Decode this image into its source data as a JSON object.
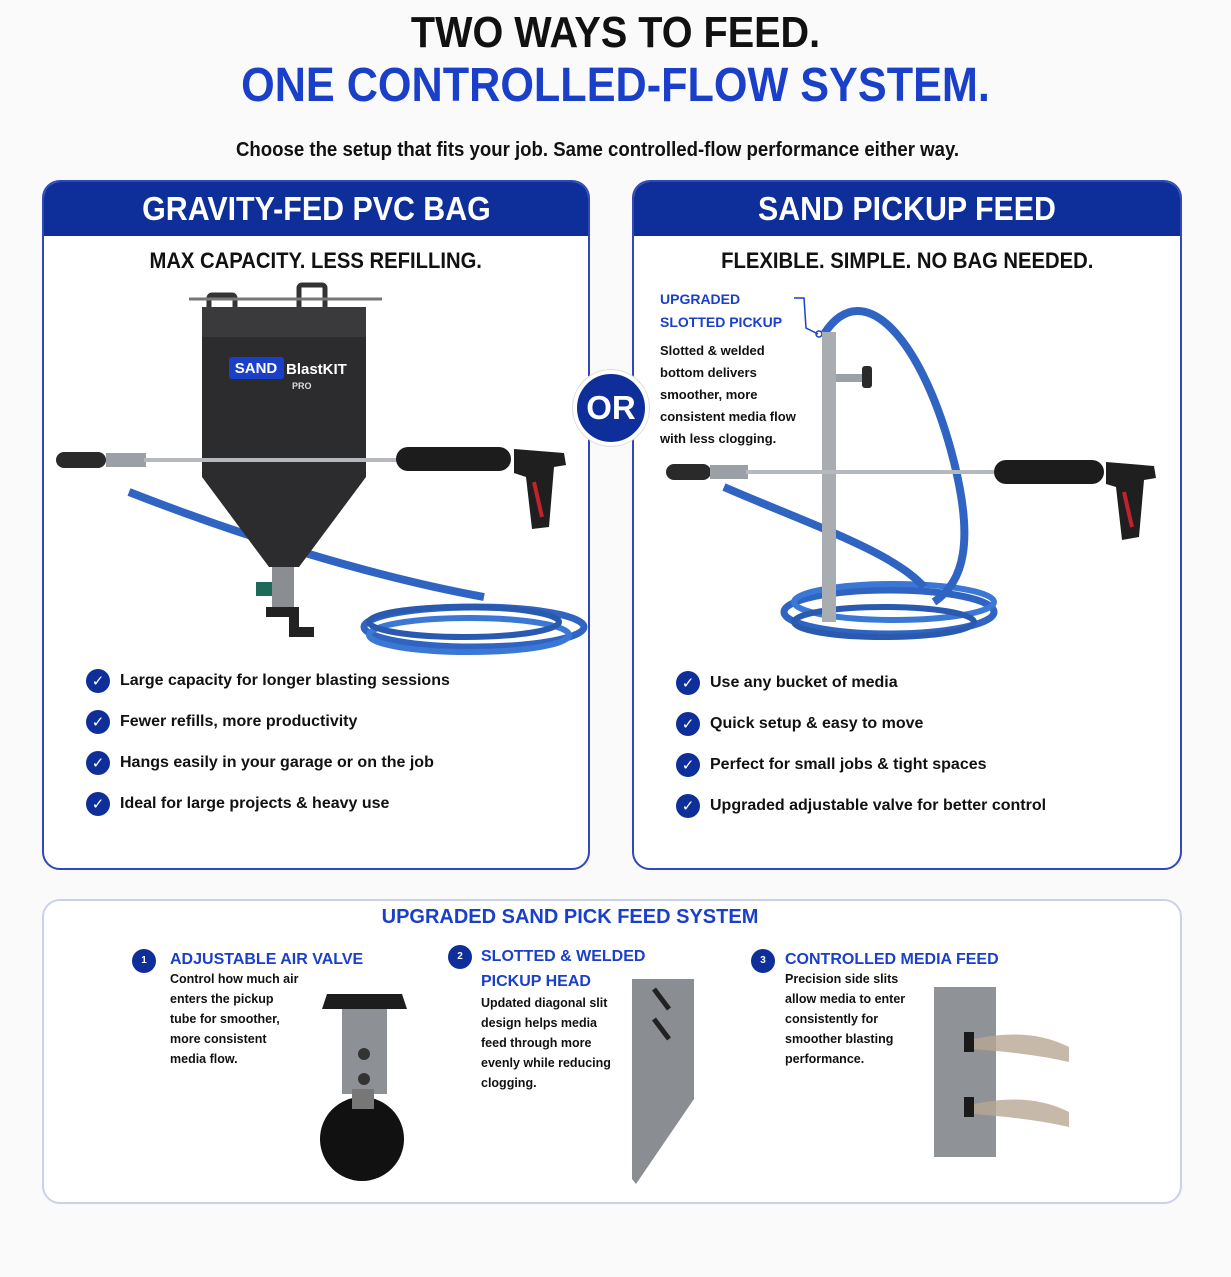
{
  "header": {
    "title_line1": "TWO WAYS TO FEED.",
    "title_line2": "ONE CONTROLLED-FLOW SYSTEM.",
    "subtitle": "Choose the setup that fits your job. Same controlled-flow performance either way."
  },
  "left_card": {
    "title": "GRAVITY-FED PVC BAG",
    "tagline": "MAX CAPACITY. LESS REFILLING.",
    "bag_brand": "SAND",
    "bag_brand_name": "BlastKIT",
    "bag_brand_sub": "PRO",
    "features": [
      "Large capacity for longer blasting sessions",
      "Fewer refills, more productivity",
      "Hangs easily in your garage or on the job",
      "Ideal for large projects & heavy use"
    ]
  },
  "or_label": "OR",
  "right_card": {
    "title": "SAND PICKUP FEED",
    "tagline": "FLEXIBLE. SIMPLE. NO BAG NEEDED.",
    "callout_title": "UPGRADED SLOTTED PICKUP",
    "callout_desc": "Slotted & welded bottom delivers smoother, more consistent media flow with less clogging.",
    "features": [
      "Use any bucket of media",
      "Quick setup & easy to move",
      "Perfect for small jobs & tight spaces",
      "Upgraded adjustable valve for better control"
    ]
  },
  "bottom": {
    "title": "UPGRADED SAND PICK FEED SYSTEM",
    "steps": [
      {
        "num": "1",
        "title": "ADJUSTABLE AIR VALVE",
        "desc": "Control how much air enters the pickup tube for smoother, more consistent media flow."
      },
      {
        "num": "2",
        "title": "SLOTTED & WELDED PICKUP HEAD",
        "desc": "Updated diagonal slit design helps media feed through more evenly while reducing clogging."
      },
      {
        "num": "3",
        "title": "CONTROLLED MEDIA FEED",
        "desc": "Precision side slits allow media to enter consistently for smoother blasting performance."
      }
    ]
  },
  "colors": {
    "brand_blue": "#0e2e9a",
    "accent_blue": "#1a3fc8",
    "hose_blue": "#2f64c2"
  },
  "icons": [
    "check-icon",
    "sand-bag-image",
    "blast-gun-image",
    "pickup-tube-image",
    "air-valve-image",
    "pickup-head-image",
    "media-feed-image"
  ]
}
